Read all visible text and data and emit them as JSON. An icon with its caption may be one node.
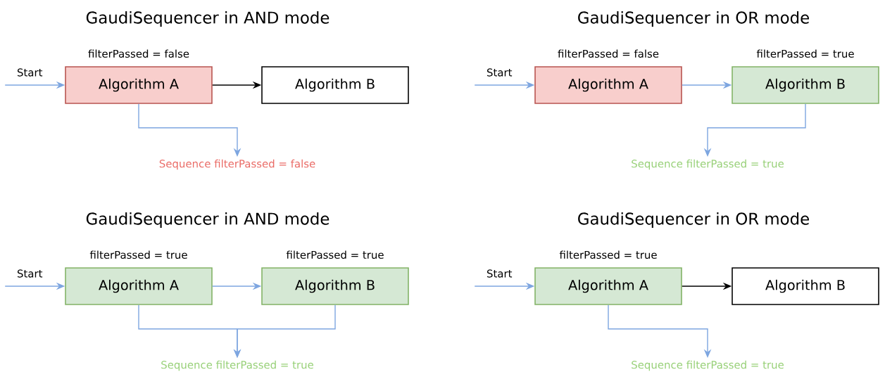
{
  "diagram": {
    "nodes": [
      {
        "text": [
          "Algorithm A"
        ],
        "beside": [
          "filterPassed = false"
        ]
      },
      {
        "text": [
          "Algorithm B"
        ]
      },
      {
        "text": [
          "Sequence filterPassed = false"
        ]
      },
      {
        "text": [
          "Algorithm A"
        ],
        "beside": [
          "filterPassed = false"
        ]
      },
      {
        "text": [
          "Algorithm B"
        ],
        "beside": [
          "filterPassed = true"
        ]
      },
      {
        "text": [
          "Sequence filterPassed = true"
        ]
      },
      {
        "text": [
          "Algorithm A"
        ],
        "beside": [
          "filterPassed = true"
        ]
      },
      {
        "text": [
          "Algorithm B"
        ],
        "beside": [
          "filterPassed = true"
        ]
      },
      {
        "text": [
          "Sequence filterPassed = true"
        ]
      },
      {
        "text": [
          "Algorithm A"
        ],
        "beside": [
          "filterPassed = true"
        ]
      },
      {
        "text": [
          "Algorithm B"
        ]
      },
      {
        "text": [
          "Sequence filterPassed = true"
        ]
      }
    ],
    "edges": [
      {
        "from": null,
        "to": 0,
        "arrow": "to",
        "label": "Start"
      },
      {
        "from": 0,
        "to": 1,
        "arrow": "to",
        "color": "#000000"
      },
      {
        "from": 0,
        "to": 2,
        "arrow": "to"
      },
      {
        "from": null,
        "to": 3,
        "arrow": "to",
        "label": "Start"
      },
      {
        "from": 3,
        "to": 4,
        "arrow": "to"
      },
      {
        "from": 4,
        "to": 5,
        "arrow": "to"
      },
      {
        "from": null,
        "to": 6,
        "arrow": "to",
        "label": "Start"
      },
      {
        "from": 6,
        "to": 7,
        "arrow": "to"
      },
      {
        "from": 6,
        "to": 8,
        "arrow": "to"
      },
      {
        "from": 7,
        "to": 8,
        "arrow": "to"
      },
      {
        "from": null,
        "to": 9,
        "arrow": "to",
        "label": "Start"
      },
      {
        "from": 9,
        "to": 10,
        "arrow": "to",
        "color": "#000000"
      },
      {
        "from": 9,
        "to": 11,
        "arrow": "to"
      }
    ],
    "labels": [
      "GaudiSequencer in AND mode",
      "GaudiSequencer in OR mode",
      "GaudiSequencer in AND mode",
      "GaudiSequencer in OR mode"
    ]
  }
}
